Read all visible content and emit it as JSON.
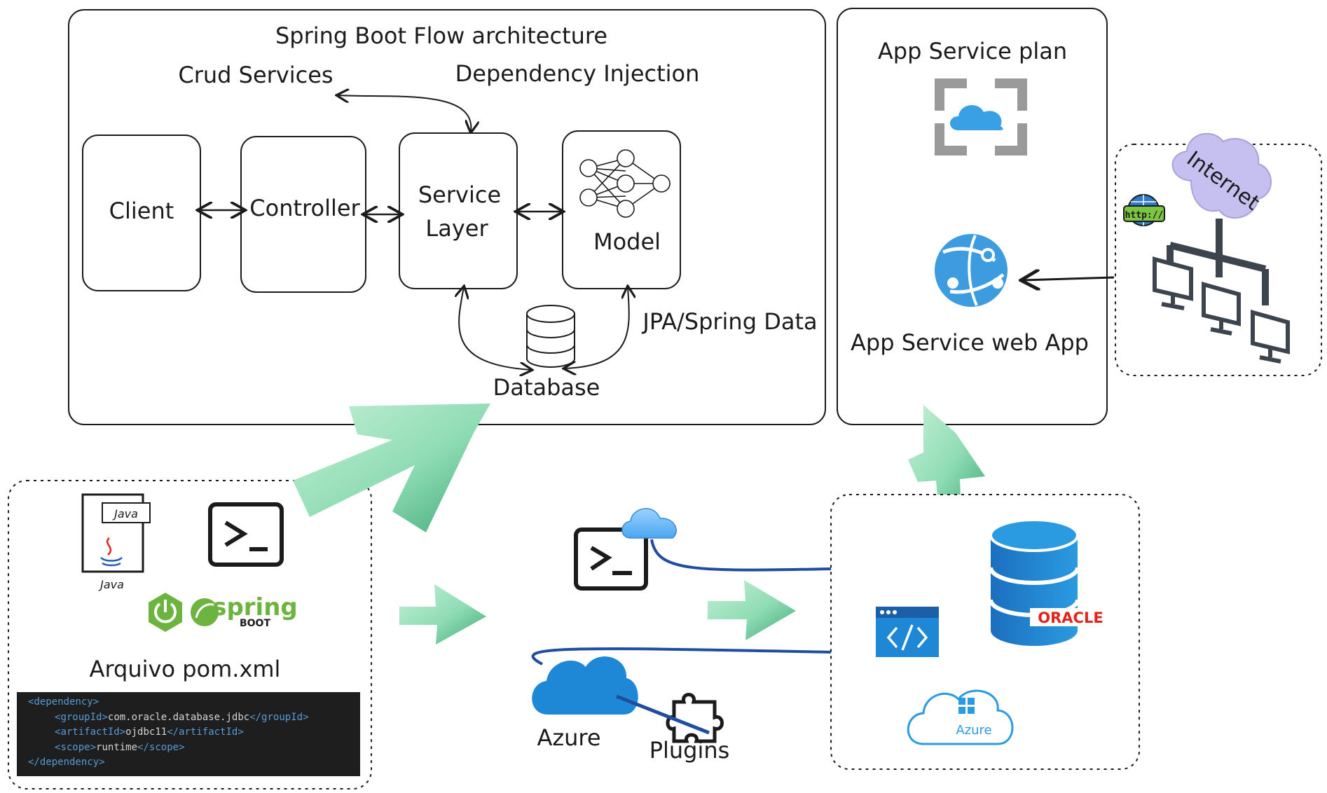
{
  "spring_flow": {
    "title": "Spring Boot Flow architecture",
    "crud_label": "Crud Services",
    "di_label": "Dependency Injection",
    "client": "Client",
    "controller": "Controller",
    "service_line1": "Service",
    "service_line2": "Layer",
    "model": "Model",
    "jpa_label": "JPA/Spring Data",
    "database": "Database"
  },
  "app_service": {
    "plan_label": "App Service plan",
    "webapp_label": "App Service web App"
  },
  "internet": {
    "cloud_label": "Internet",
    "http_badge": "http://"
  },
  "local_tools": {
    "java_badge": "Java",
    "java_caption": "Java",
    "spring_word": "spring",
    "boot_word": "BOOT",
    "pom_label": "Arquivo pom.xml",
    "pom_code": {
      "open_tag": "dependency",
      "group_tag": "groupId",
      "group_value": "com.oracle.database.jdbc",
      "artifact_tag": "artifactId",
      "artifact_value": "ojdbc11",
      "scope_tag": "scope",
      "scope_value": "runtime"
    }
  },
  "deploy": {
    "azure_label": "Azure",
    "plugins_label": "Plugins"
  },
  "cloud_targets": {
    "oracle_label": "ORACLE",
    "azure_badge": "Azure"
  },
  "colors": {
    "arrow_green": "#8fdcb4",
    "azure_blue": "#1e88d6",
    "oracle_red": "#e2231a",
    "spring_green": "#6db33f",
    "connector_blue": "#1f4e9e"
  }
}
